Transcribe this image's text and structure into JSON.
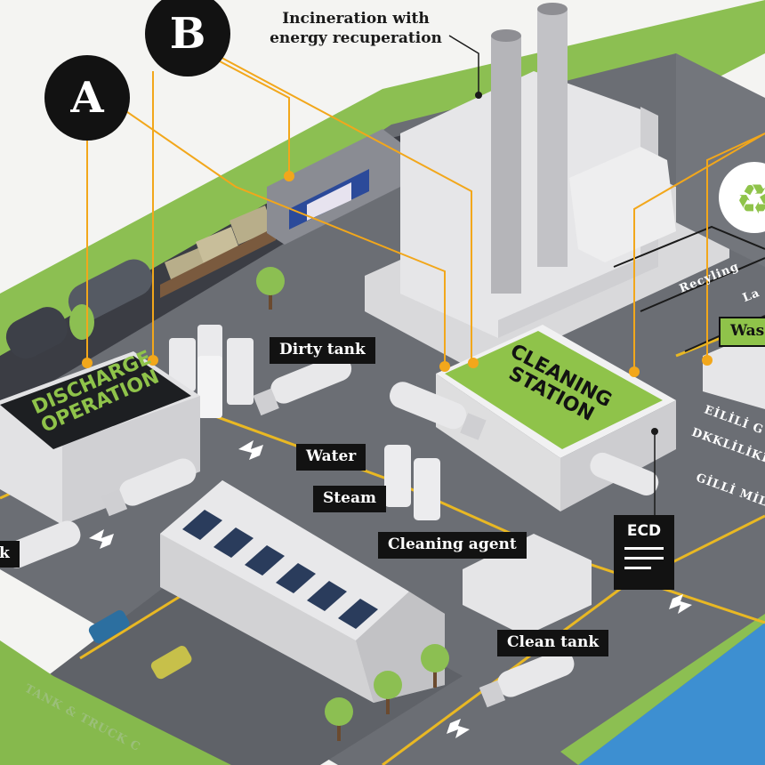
{
  "markers": {
    "a": "A",
    "b": "B"
  },
  "callouts": {
    "incineration_line1": "Incineration with",
    "incineration_line2": "energy recuperation"
  },
  "labels": {
    "dirty_tank": "Dirty tank",
    "water": "Water",
    "steam": "Steam",
    "cleaning_agent": "Cleaning agent",
    "clean_tank": "Clean tank",
    "tank_cut": "k",
    "waste_cut": "Was"
  },
  "roofs": {
    "discharge_line1": "DISCHARGE",
    "discharge_line2": "OPERATION",
    "cleaning_line1": "CLEANING",
    "cleaning_line2": "STATION"
  },
  "ecd": {
    "text": "ECD"
  },
  "ground_text": {
    "recyling": "Recyling",
    "la_cut": "La",
    "eilili": "EİLİLİ G",
    "dkklili": "DKKLİLİKİİ",
    "gilli": "GİLLİ MİLİ",
    "tank_truck": "TANK & TRUCK C"
  },
  "colors": {
    "accent_green": "#8fc34a",
    "accent_orange": "#f2a71b",
    "label_black": "#121212",
    "road_gray": "#6b6e74",
    "building_white": "#e9e9ea",
    "grass": "#8cbf52",
    "water_blue": "#3d8fd1"
  },
  "icons": {
    "recycle": "recycle-icon"
  }
}
